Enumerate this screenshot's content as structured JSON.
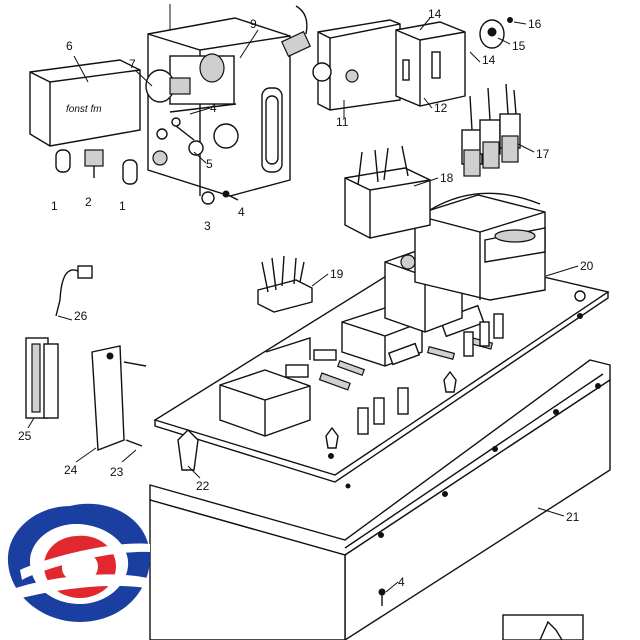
{
  "part_labels": {
    "p1a": "1",
    "p1b": "1",
    "p2": "2",
    "p3": "3",
    "p4a": "4",
    "p4b": "4",
    "p4c": "4",
    "p5": "5",
    "p6": "6",
    "p7": "7",
    "p9": "9",
    "p11": "11",
    "p12": "12",
    "p14a": "14",
    "p14b": "14",
    "p15": "15",
    "p16": "16",
    "p17": "17",
    "p18": "18",
    "p19": "19",
    "p20": "20",
    "p21": "21",
    "p22": "22",
    "p23": "23",
    "p24": "24",
    "p25": "25",
    "p26": "26"
  },
  "front_panel_script": "fonst fm",
  "logo": {
    "color_outer": "#1b3fa0",
    "color_inner": "#e0282e",
    "name": "brand-swirl-logo"
  },
  "colors": {
    "line": "#111111",
    "shade": "#cfcfcf",
    "logo_blue": "#1b3fa0",
    "logo_red": "#e0282e"
  }
}
